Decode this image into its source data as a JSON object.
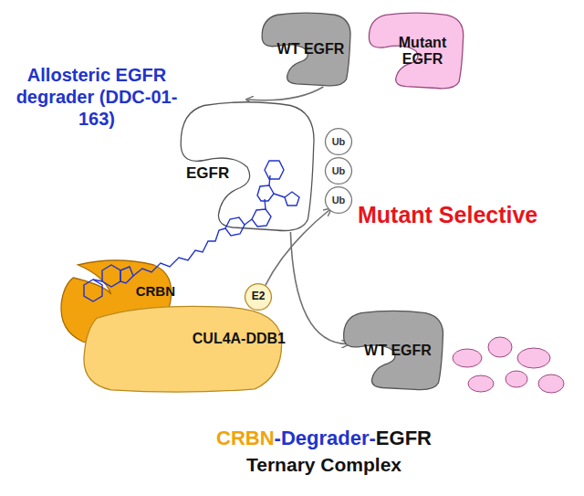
{
  "diagram": {
    "nodes": [
      {
        "text": [
          "WT EGFR"
        ]
      },
      {
        "text": [
          "Mutant EGFR"
        ]
      },
      {
        "text": [
          "EGFR"
        ]
      },
      {
        "text": [
          "Ub"
        ]
      },
      {
        "text": [
          "Ub"
        ]
      },
      {
        "text": [
          "Ub"
        ]
      },
      {
        "text": [
          "CRBN"
        ]
      },
      {
        "text": [
          "CUL4A-DDB1"
        ]
      },
      {
        "text": [
          "E2"
        ]
      },
      {
        "text": [
          "WT EGFR"
        ]
      }
    ],
    "edges": [
      {
        "from": 0,
        "to": 2,
        "arrow": "to"
      },
      {
        "from": 8,
        "to": 5,
        "arrow": "to"
      },
      {
        "from": 2,
        "to": 9,
        "arrow": "to"
      }
    ],
    "labels": [
      "Allosteric EGFR degrader (DDC-01-163)",
      "Mutant Selective",
      "CRBN",
      "-Degrader-",
      "EGFR",
      "Ternary Complex"
    ]
  }
}
